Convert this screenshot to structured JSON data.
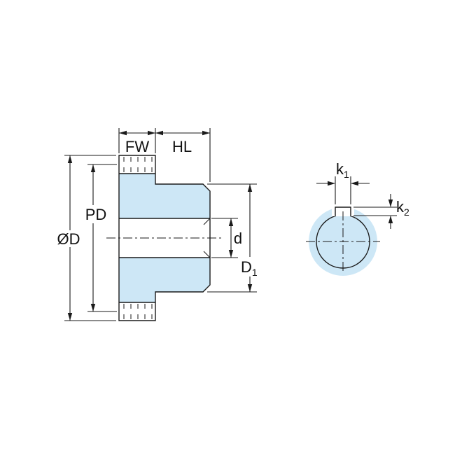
{
  "labels": {
    "fw": "FW",
    "hl": "HL",
    "pd": "PD",
    "outer_diameter": "ØD",
    "bore": "d",
    "hub_diameter_main": "D",
    "hub_diameter_sub": "1",
    "key_width_main": "k",
    "key_width_sub": "1",
    "key_depth_main": "k",
    "key_depth_sub": "2"
  },
  "colors": {
    "part_fill": "#cde7f6",
    "line": "#1a1a1a"
  }
}
